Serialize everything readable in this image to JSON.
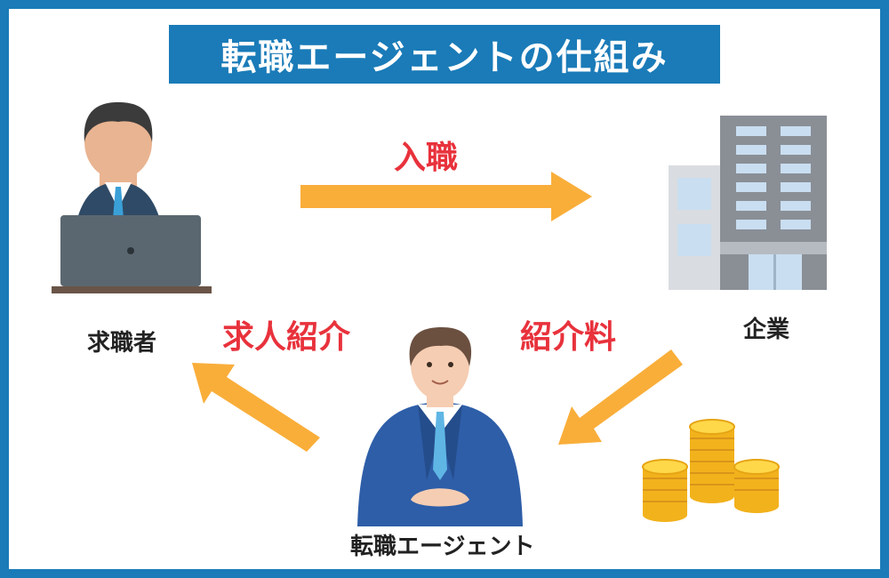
{
  "title": "転職エージェントの仕組み",
  "labels": {
    "job_seeker": "求職者",
    "company": "企業",
    "agent": "転職エージェント",
    "hire": "入職",
    "job_introduction": "求人紹介",
    "referral_fee": "紹介料"
  },
  "colors": {
    "frame": "#1a7bb8",
    "arrow": "#f9ae3a",
    "label_red": "#e8323c",
    "text_dark": "#222222"
  },
  "icons": {
    "job_seeker": "person-laptop-icon",
    "company": "office-building-icon",
    "agent": "businessman-icon",
    "fee": "coin-stacks-icon"
  }
}
